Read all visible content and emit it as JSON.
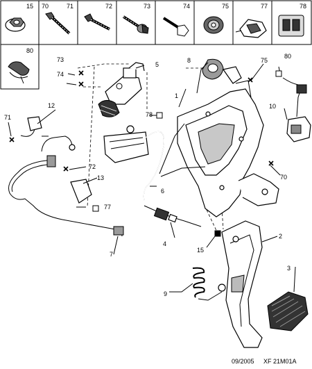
{
  "parts_strip": [
    {
      "number": "15",
      "icon": "nut-washer-icon"
    },
    {
      "number": "70",
      "icon": "bolt-icon"
    },
    {
      "number": "71",
      "icon": "bolt-icon"
    },
    {
      "number": "72",
      "icon": "screw-icon"
    },
    {
      "number": "73",
      "icon": "flange-bolt-icon"
    },
    {
      "number": "74",
      "icon": "hex-bolt-icon"
    },
    {
      "number": "75",
      "icon": "grommet-icon"
    },
    {
      "number": "77",
      "icon": "bracket-clip-icon"
    },
    {
      "number": "78",
      "icon": "connector-block-icon"
    },
    {
      "number": "80",
      "icon": "hose-clip-icon"
    }
  ],
  "callouts": [
    "1",
    "2",
    "3",
    "4",
    "5",
    "6",
    "7",
    "8",
    "9",
    "10",
    "12",
    "13",
    "15",
    "70",
    "71",
    "72",
    "73",
    "74",
    "75",
    "77",
    "78",
    "80"
  ],
  "footer": {
    "date": "09/2005",
    "reference": "XF 21M01A"
  }
}
